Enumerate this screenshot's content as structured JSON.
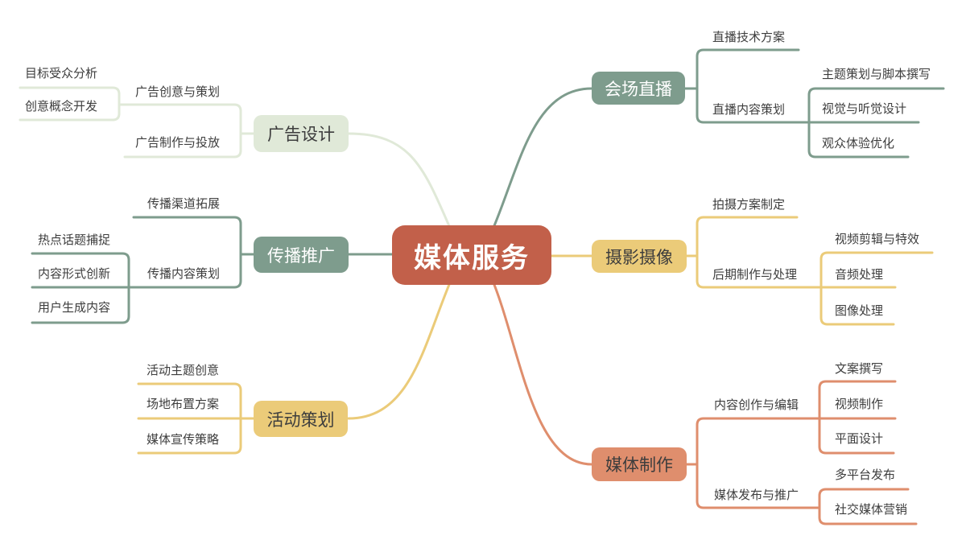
{
  "title": "媒体服务",
  "theme": {
    "center_bg": "#C2604A",
    "center_text": "#FFFFFF",
    "text_dark": "#3D3D3D",
    "sage": "#7E9C8D",
    "yellow": "#EBCB79",
    "salmon": "#DF8E6D",
    "pale_green": "#E0E9D8",
    "bg": "#FFFFFF"
  },
  "branches": [
    {
      "id": "live-streaming",
      "label": "会场直播",
      "side": "right",
      "color": "#7E9C8D",
      "children": [
        {
          "label": "直播技术方案",
          "children": []
        },
        {
          "label": "直播内容策划",
          "children": [
            {
              "label": "主题策划与脚本撰写"
            },
            {
              "label": "视觉与听觉设计"
            },
            {
              "label": "观众体验优化"
            }
          ]
        }
      ]
    },
    {
      "id": "photography",
      "label": "摄影摄像",
      "side": "right",
      "color": "#EBCB79",
      "children": [
        {
          "label": "拍摄方案制定",
          "children": []
        },
        {
          "label": "后期制作与处理",
          "children": [
            {
              "label": "视频剪辑与特效"
            },
            {
              "label": "音频处理"
            },
            {
              "label": "图像处理"
            }
          ]
        }
      ]
    },
    {
      "id": "media-production",
      "label": "媒体制作",
      "side": "right",
      "color": "#DF8E6D",
      "children": [
        {
          "label": "内容创作与编辑",
          "children": [
            {
              "label": "文案撰写"
            },
            {
              "label": "视频制作"
            },
            {
              "label": "平面设计"
            }
          ]
        },
        {
          "label": "媒体发布与推广",
          "children": [
            {
              "label": "多平台发布"
            },
            {
              "label": "社交媒体营销"
            }
          ]
        }
      ]
    },
    {
      "id": "ad-design",
      "label": "广告设计",
      "side": "left",
      "color": "#E0E9D8",
      "children": [
        {
          "label": "广告创意与策划",
          "children": [
            {
              "label": "目标受众分析"
            },
            {
              "label": "创意概念开发"
            }
          ]
        },
        {
          "label": "广告制作与投放",
          "children": []
        }
      ]
    },
    {
      "id": "communication-promotion",
      "label": "传播推广",
      "side": "left",
      "color": "#7E9C8D",
      "children": [
        {
          "label": "传播渠道拓展",
          "children": []
        },
        {
          "label": "传播内容策划",
          "children": [
            {
              "label": "热点话题捕捉"
            },
            {
              "label": "内容形式创新"
            },
            {
              "label": "用户生成内容"
            }
          ]
        }
      ]
    },
    {
      "id": "event-planning",
      "label": "活动策划",
      "side": "left",
      "color": "#EBCB79",
      "children": [
        {
          "label": "活动主题创意",
          "children": []
        },
        {
          "label": "场地布置方案",
          "children": []
        },
        {
          "label": "媒体宣传策略",
          "children": []
        }
      ]
    }
  ]
}
